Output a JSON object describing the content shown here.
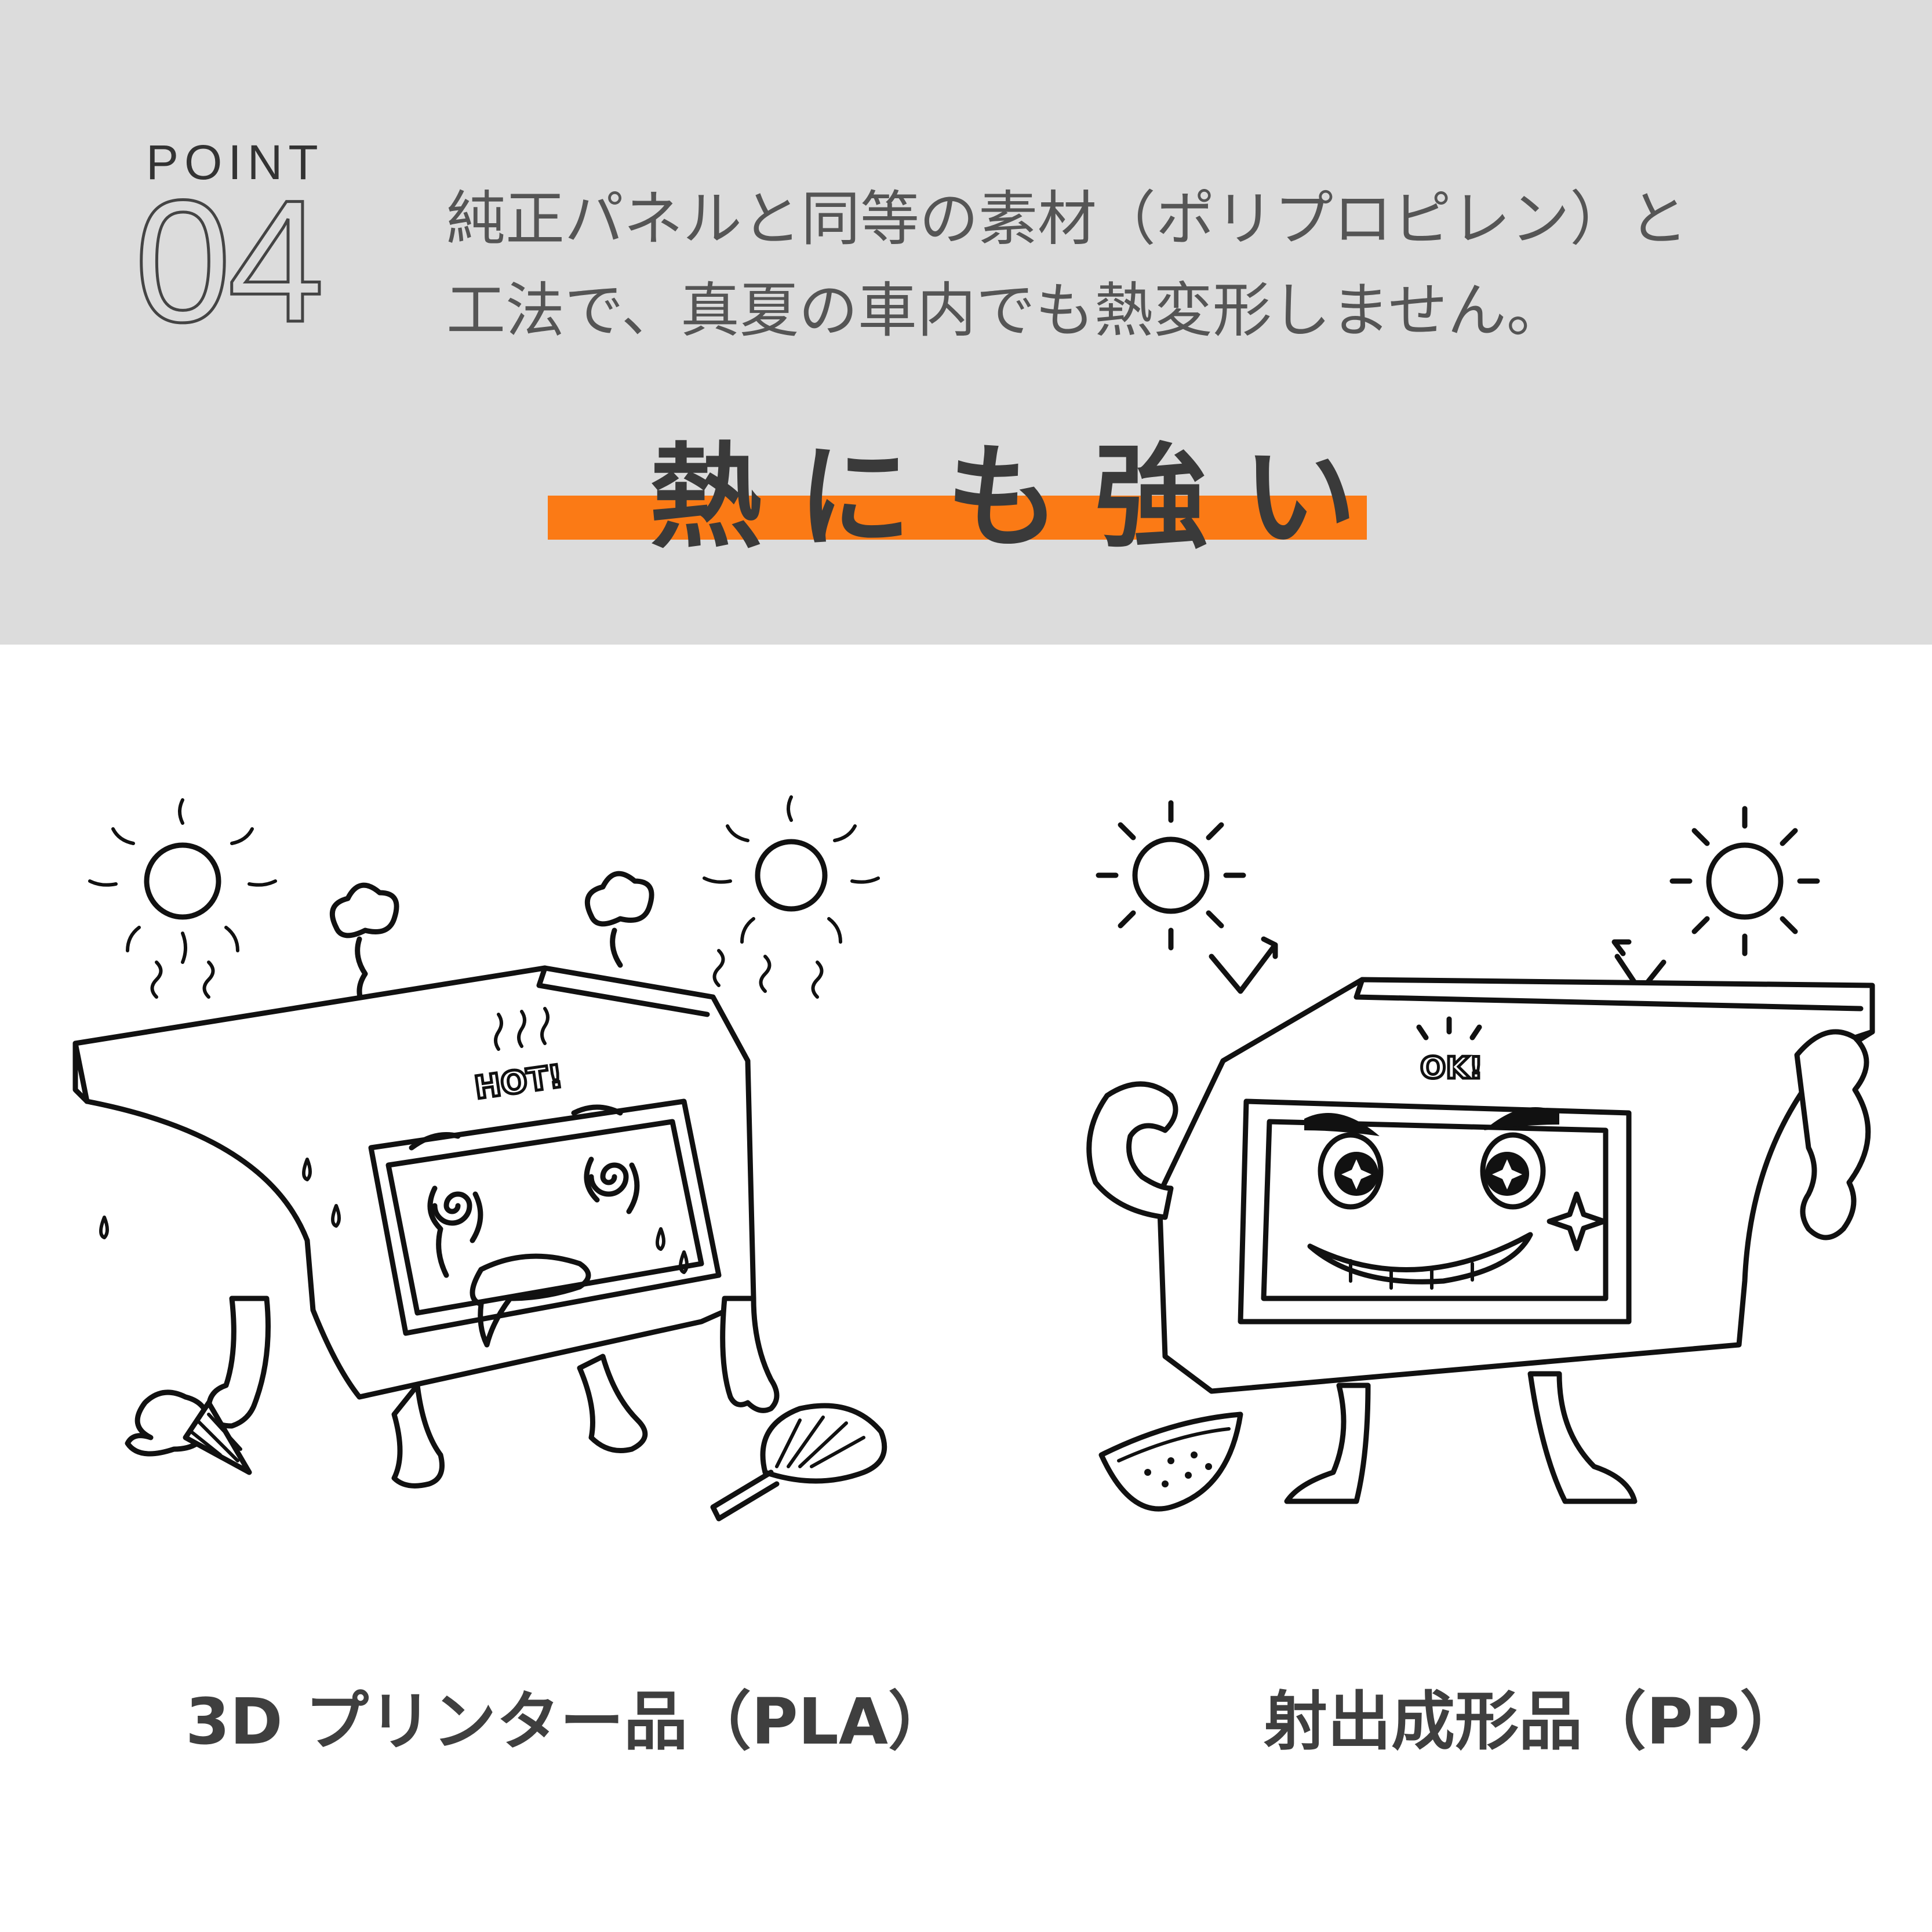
{
  "point": {
    "label": "POINT",
    "number": "04"
  },
  "description": {
    "line1": "純正パネルと同等の素材（ポリプロピレン）と",
    "line2": "工法で、真夏の車内でも熱変形しません。"
  },
  "headline": "熱にも強い",
  "colors": {
    "band_bg": "#dcdcdc",
    "accent_orange": "#fb7a15",
    "text_dark": "#3f3f3f"
  },
  "left_panel": {
    "badge": "HOT!",
    "caption": "3D プリンター品（PLA）"
  },
  "right_panel": {
    "badge": "OK!",
    "caption": "射出成形品（PP）"
  }
}
